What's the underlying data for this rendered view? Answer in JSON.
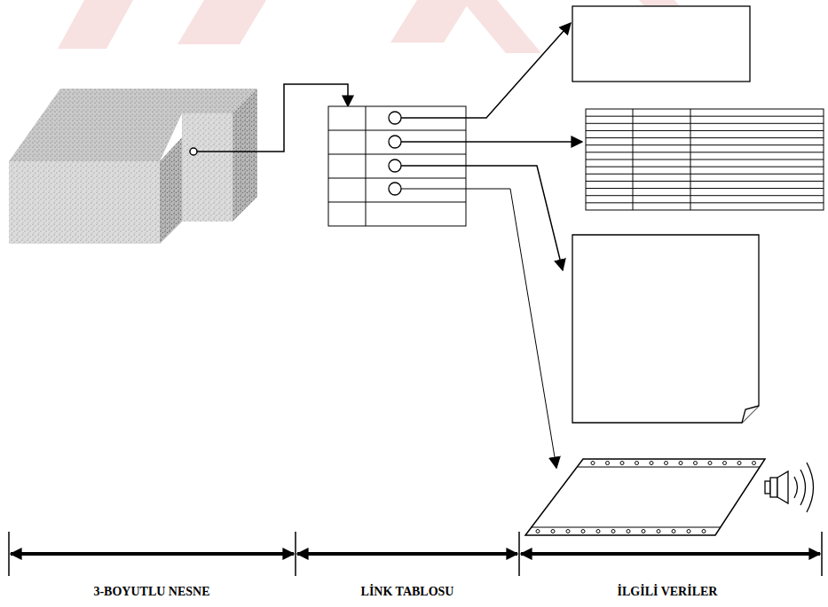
{
  "diagram": {
    "labels": [
      "3-BOYUTLU NESNE",
      "LİNK TABLOSU",
      "İLGİLİ VERİLER"
    ]
  }
}
